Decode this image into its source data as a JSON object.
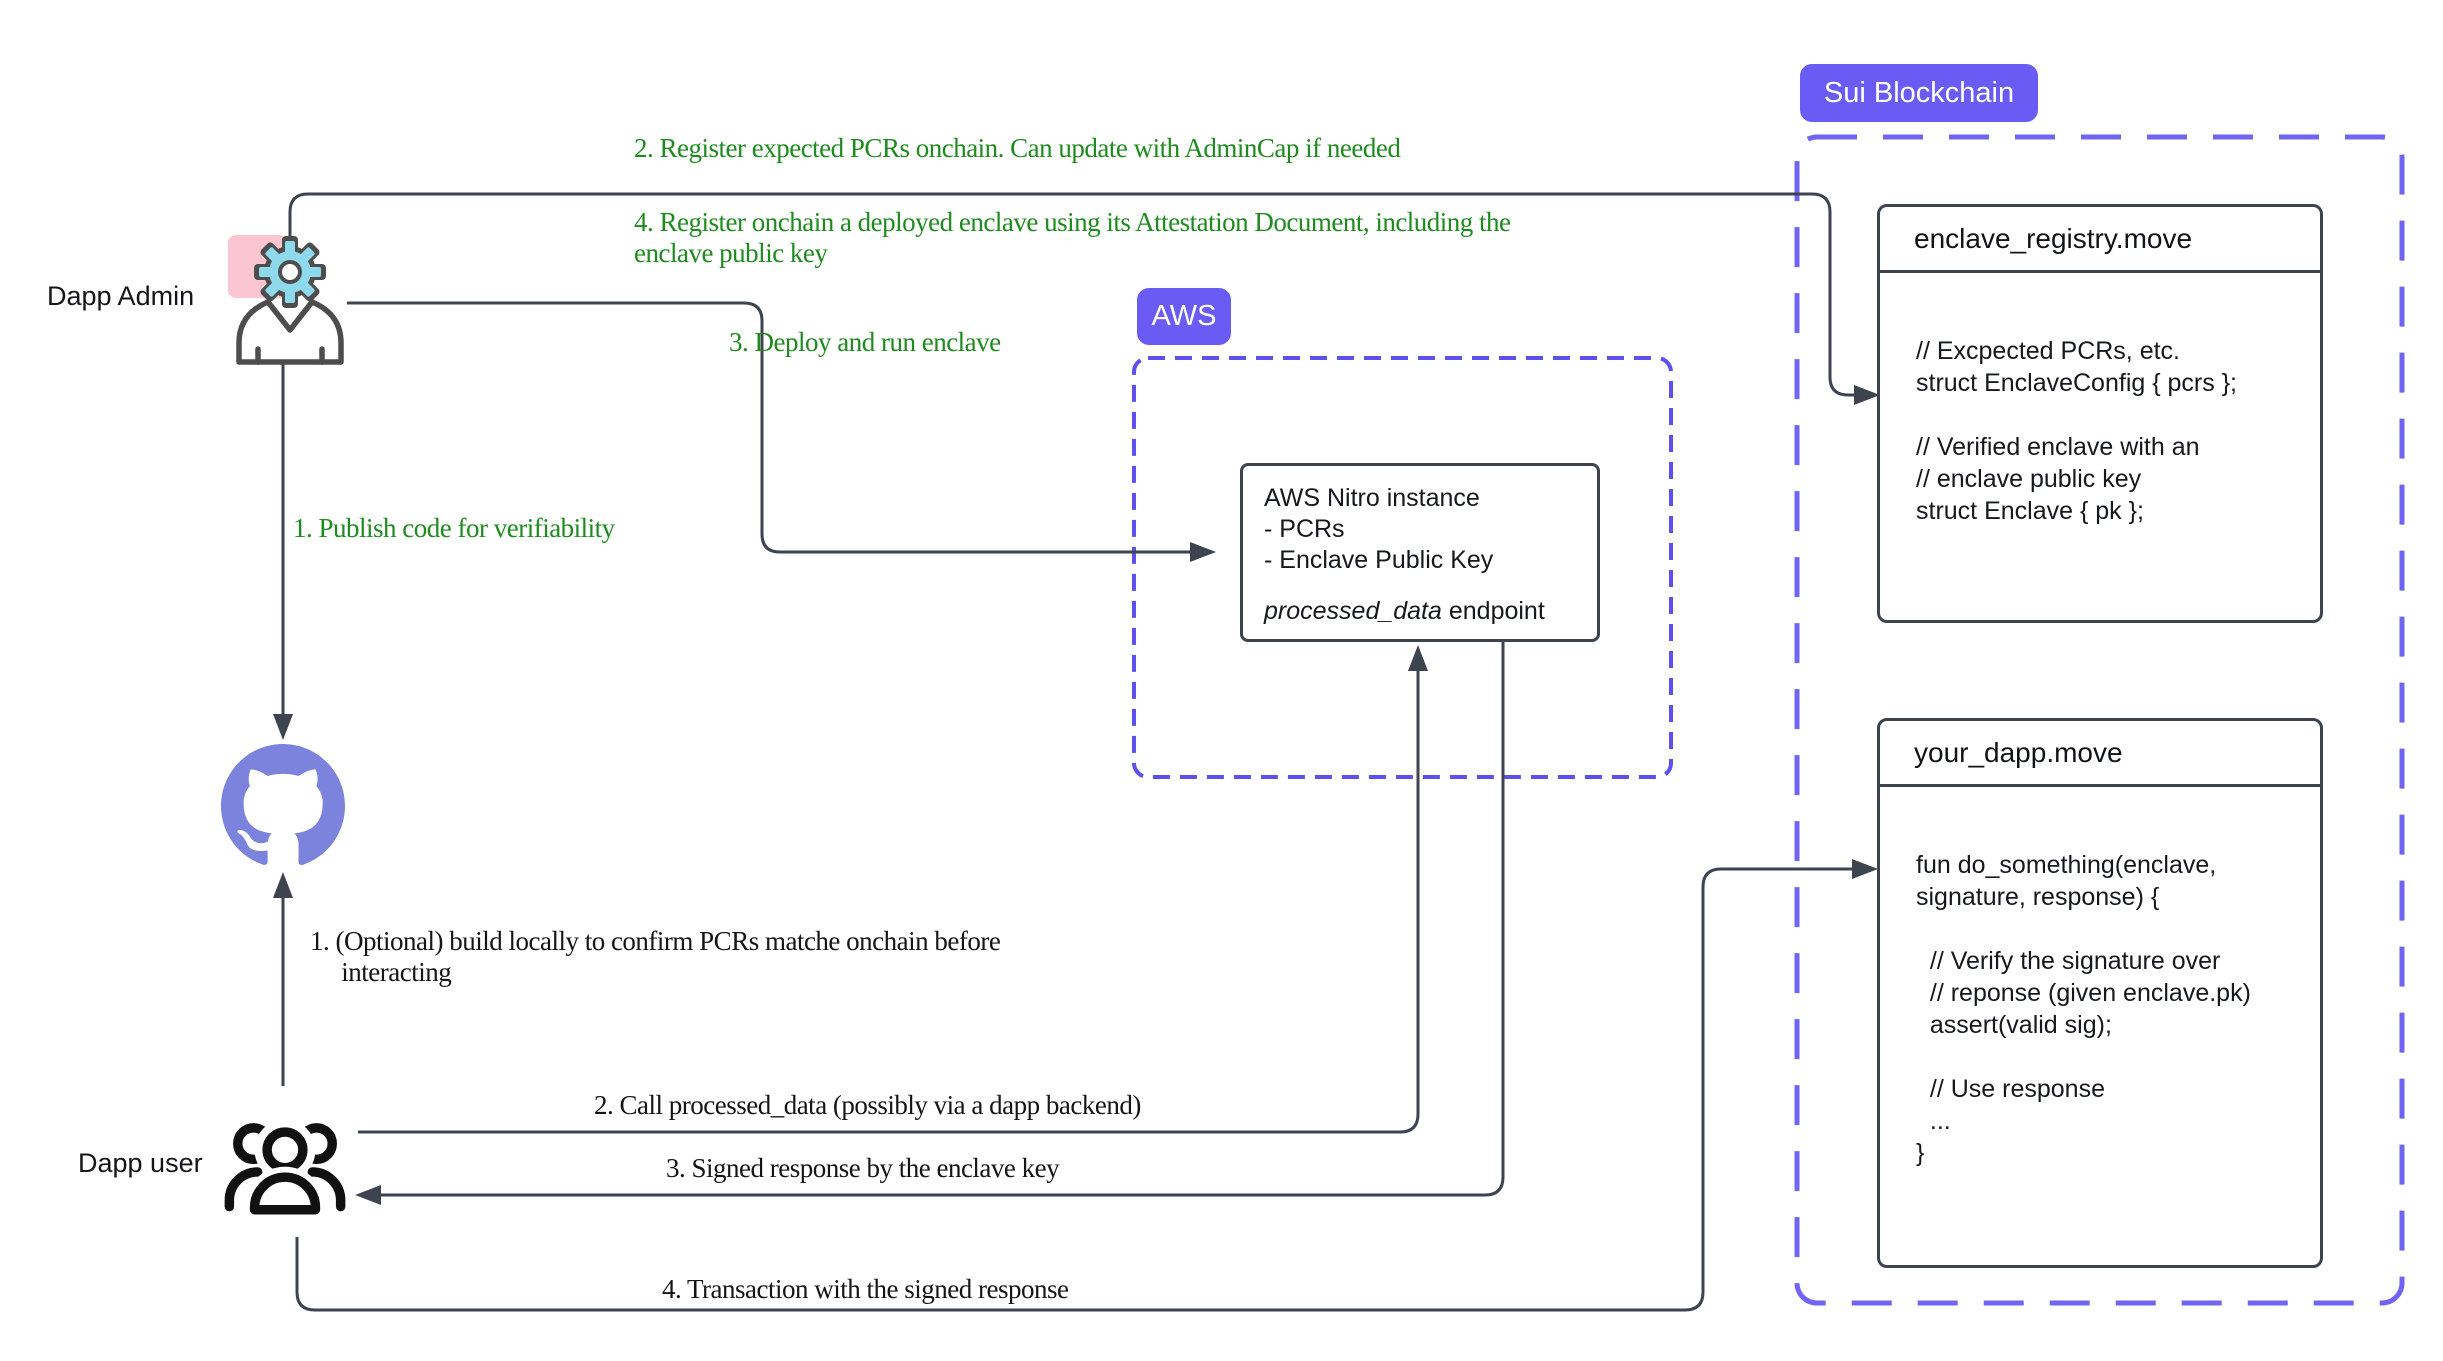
{
  "actors": {
    "dapp_admin": "Dapp Admin",
    "dapp_user": "Dapp user"
  },
  "badges": {
    "aws": "AWS",
    "sui": "Sui Blockchain"
  },
  "annotations": {
    "admin_green": [
      {
        "text": "2. Register expected PCRs onchain. Can update with AdminCap if needed"
      },
      {
        "text": "4. Register onchain a deployed enclave using its Attestation Document, including the\nenclave public key"
      },
      {
        "text": "3. Deploy and run enclave"
      },
      {
        "text": "1. Publish code for verifiability"
      }
    ],
    "user_black": [
      {
        "text": "1. (Optional) build locally to confirm PCRs matche onchain before\n     interacting"
      },
      {
        "text": "2. Call processed_data (possibly via a dapp backend)"
      },
      {
        "text": "3. Signed response by the enclave key"
      },
      {
        "text": "4. Transaction with the signed response"
      }
    ]
  },
  "nitro_box": {
    "body": "AWS Nitro instance\n- PCRs\n- Enclave Public Key",
    "endpoint_italic": "processed_data",
    "endpoint_rest": " endpoint"
  },
  "enclave_registry": {
    "title": "enclave_registry.move",
    "code": "// Excpected PCRs, etc.\nstruct EnclaveConfig { pcrs };\n\n// Verified enclave with an\n// enclave public key\nstruct Enclave { pk };"
  },
  "your_dapp": {
    "title": "your_dapp.move",
    "code": "fun do_something(enclave,\nsignature, response) {\n\n  // Verify the signature over\n  // reponse (given enclave.pk)\n  assert(valid sig);\n\n  // Use response\n  ...\n}"
  },
  "icons": {
    "admin": "gear-person-icon",
    "github": "github-octocat-icon",
    "user": "users-group-icon"
  },
  "colors": {
    "accent_purple": "#6b5bf5",
    "aws_dash_purple": "#5d50ee",
    "sui_dash_purple": "#7164f2",
    "github_purple": "#7b83dd",
    "line_dark": "#3d4450",
    "green_text": "#1e8b1e",
    "pink": "#fbc5d1",
    "cyan": "#8fd9ec"
  }
}
